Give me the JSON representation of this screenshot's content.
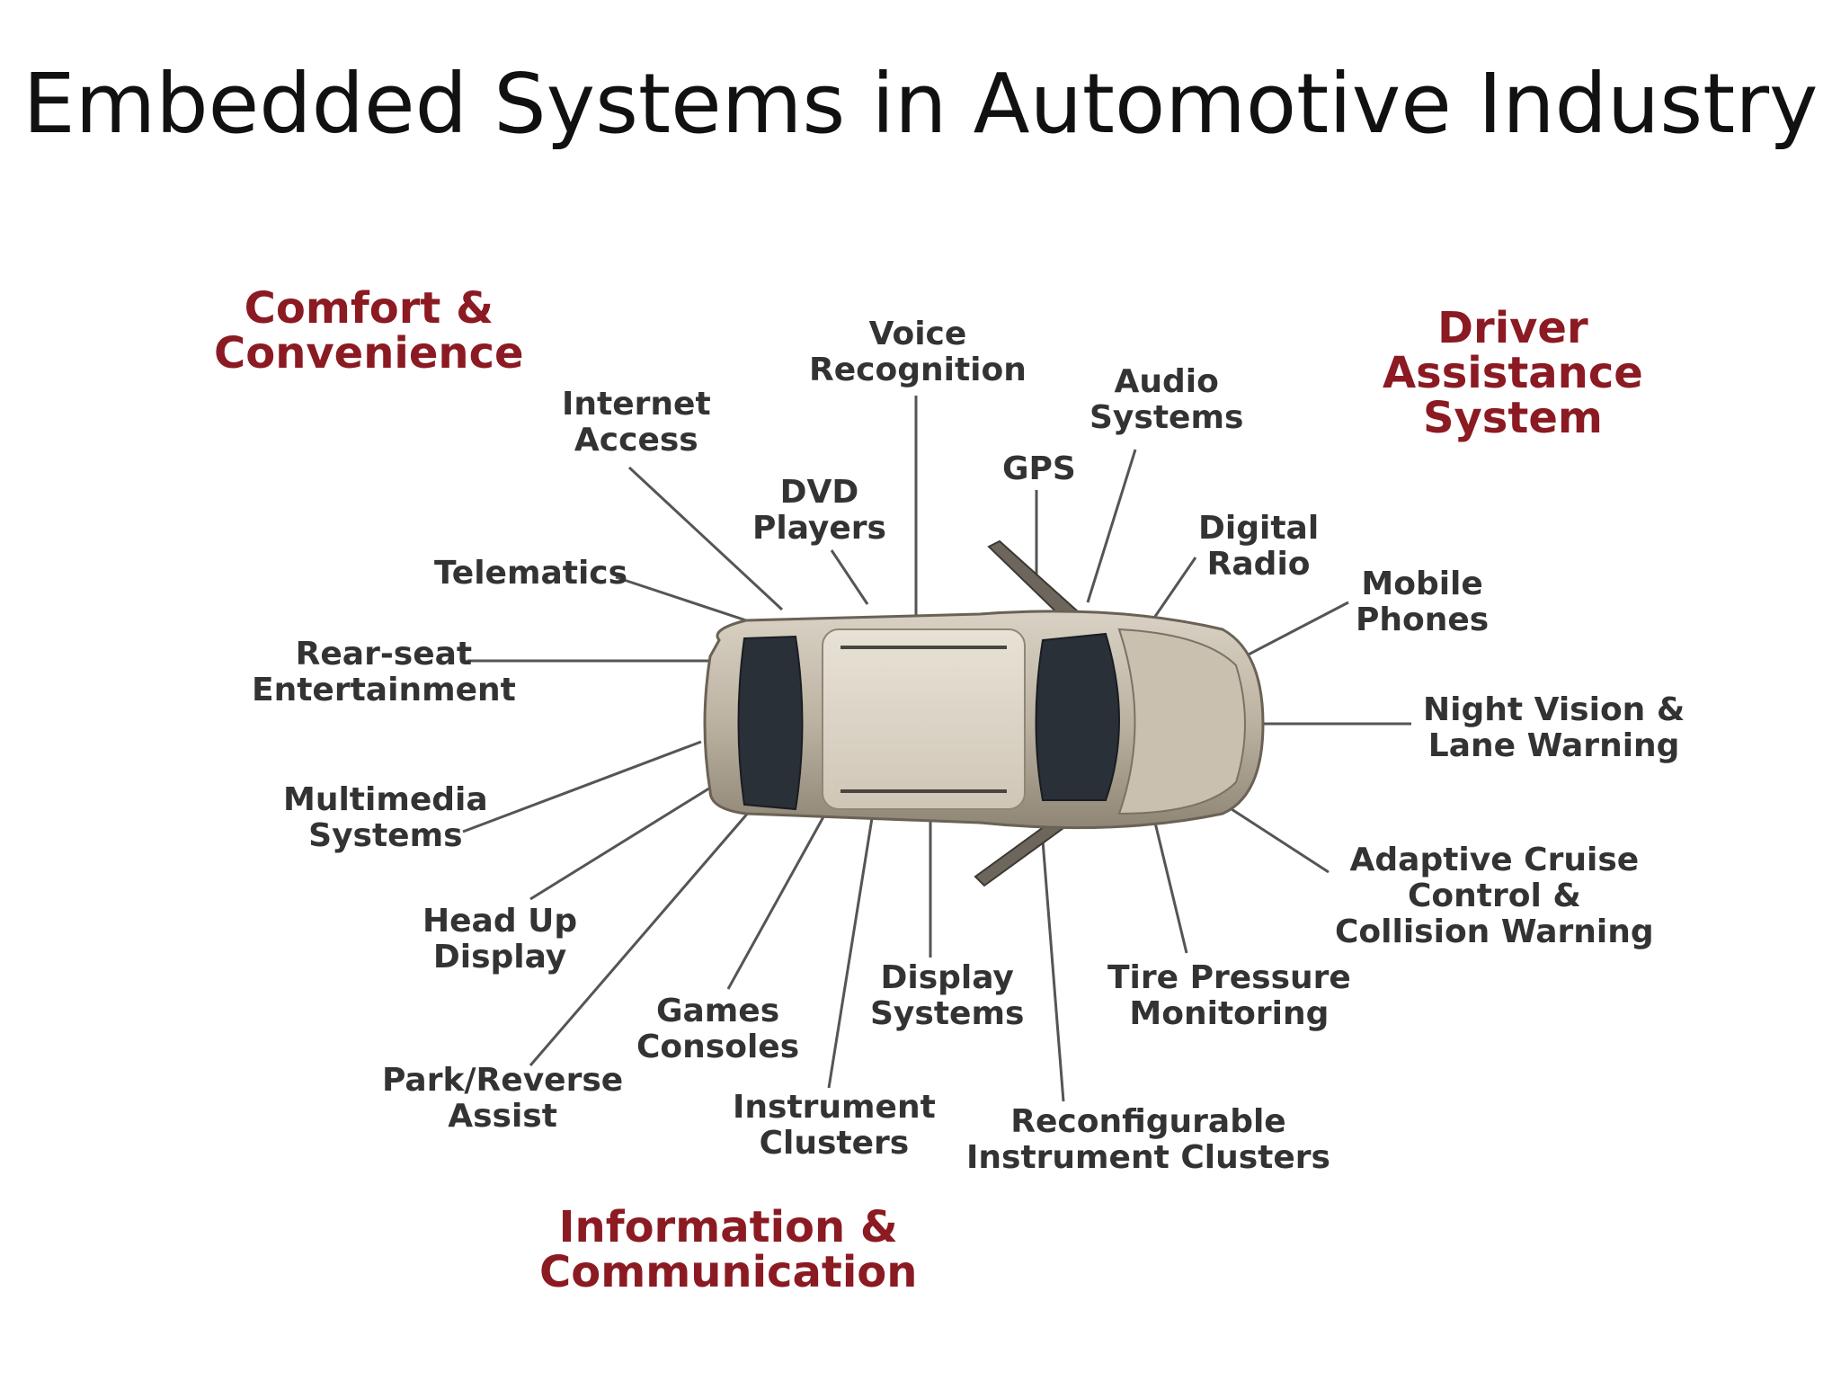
{
  "slide": {
    "title": "Embedded Systems in Automotive Industry"
  },
  "categories": {
    "comfort": "Comfort &\nConvenience",
    "driver_assistance": "Driver\nAssistance\nSystem",
    "information": "Information &\nCommunication"
  },
  "labels": {
    "voice_recognition": "Voice\nRecognition",
    "internet_access": "Internet\nAccess",
    "audio_systems": "Audio\nSystems",
    "gps": "GPS",
    "dvd_players": "DVD\nPlayers",
    "digital_radio": "Digital\nRadio",
    "telematics": "Telematics",
    "mobile_phones": "Mobile\nPhones",
    "rear_seat_entertainment": "Rear-seat\nEntertainment",
    "night_vision": "Night Vision &\nLane Warning",
    "multimedia_systems": "Multimedia\nSystems",
    "adaptive_cruise": "Adaptive Cruise\nControl &\nCollision Warning",
    "head_up_display": "Head Up\nDisplay",
    "display_systems": "Display\nSystems",
    "tire_pressure": "Tire Pressure\nMonitoring",
    "games_consoles": "Games\nConsoles",
    "park_reverse_assist": "Park/Reverse\nAssist",
    "instrument_clusters": "Instrument\nClusters",
    "reconfigurable_clusters": "Reconfigurable\nInstrument Clusters"
  },
  "colors": {
    "category": "#8b1a22",
    "label": "#333333",
    "leader_line": "#555555",
    "car_body": "#b8ad9c",
    "glass": "#2a3038"
  }
}
